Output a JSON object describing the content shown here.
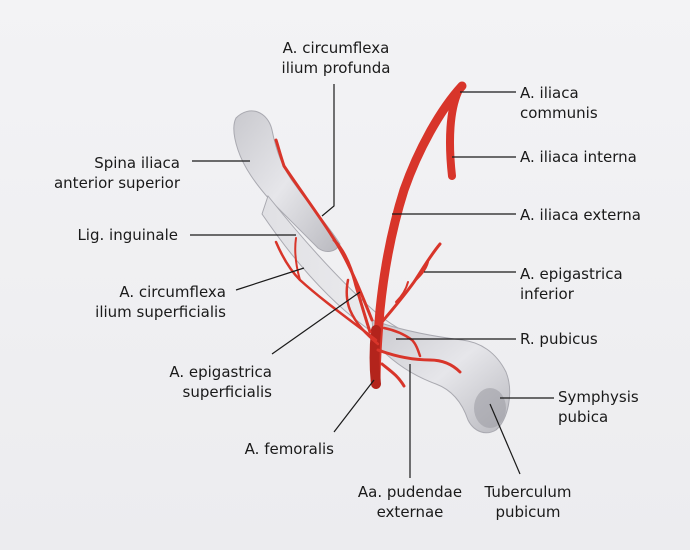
{
  "labels": {
    "circumflexa_profunda": [
      "A. circumflexa",
      "ilium profunda"
    ],
    "spina": [
      "Spina iliaca",
      "anterior superior"
    ],
    "lig_inguinale": [
      "Lig. inguinale"
    ],
    "circumflexa_superficialis": [
      "A. circumflexa",
      "ilium superficialis"
    ],
    "epigastrica_superficialis": [
      "A. epigastrica",
      "superficialis"
    ],
    "femoralis": [
      "A. femoralis"
    ],
    "pudendae": [
      "Aa. pudendae",
      "externae"
    ],
    "tuberculum": [
      "Tuberculum",
      "pubicum"
    ],
    "symphysis": [
      "Symphysis",
      "pubica"
    ],
    "r_pubicus": [
      "R. pubicus"
    ],
    "epigastrica_inferior": [
      "A. epigastrica",
      "inferior"
    ],
    "iliaca_externa": [
      "A. iliaca externa"
    ],
    "iliaca_interna": [
      "A. iliaca interna"
    ],
    "iliaca_communis": [
      "A. iliaca",
      "communis"
    ]
  },
  "colors": {
    "artery": "#d8352a",
    "artery_dark": "#b3241c",
    "bone": "#d4d4d8",
    "leader": "#1a1a1a"
  }
}
